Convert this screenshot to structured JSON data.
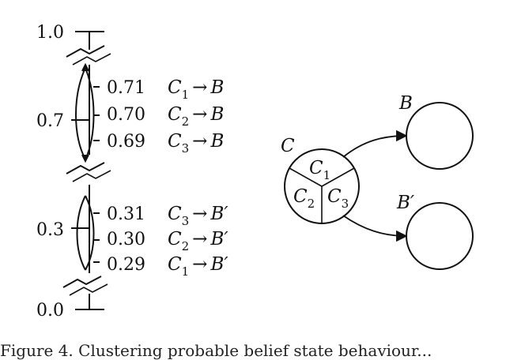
{
  "axis": {
    "ticks": [
      "1.0",
      "0.7",
      "0.3",
      "0.0"
    ]
  },
  "groups": [
    {
      "values": [
        "0.71",
        "0.70",
        "0.69"
      ],
      "rules": [
        {
          "from": "C",
          "sub": "1",
          "to": "B"
        },
        {
          "from": "C",
          "sub": "2",
          "to": "B"
        },
        {
          "from": "C",
          "sub": "3",
          "to": "B"
        }
      ]
    },
    {
      "values": [
        "0.31",
        "0.30",
        "0.29"
      ],
      "rules": [
        {
          "from": "C",
          "sub": "3",
          "to": "B′"
        },
        {
          "from": "C",
          "sub": "2",
          "to": "B′"
        },
        {
          "from": "C",
          "sub": "1",
          "to": "B′"
        }
      ]
    }
  ],
  "arrow_symbol": "→",
  "network": {
    "source_label": "C",
    "partitions": [
      {
        "letter": "C",
        "sub": "1"
      },
      {
        "letter": "C",
        "sub": "2"
      },
      {
        "letter": "C",
        "sub": "3"
      }
    ],
    "target_top_label": "B",
    "target_bottom_label": "B′"
  },
  "caption": "Figure 4. Clustering probable belief state behaviour..."
}
